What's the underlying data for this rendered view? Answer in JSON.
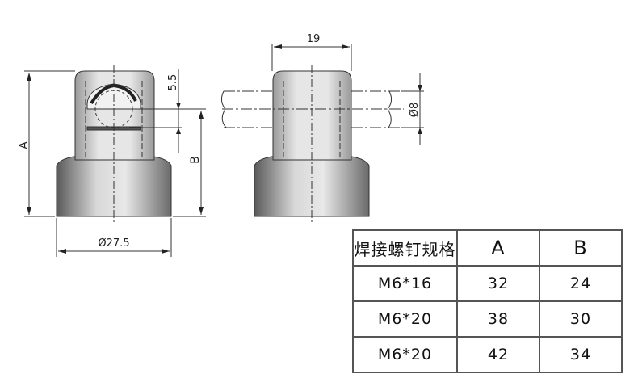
{
  "drawing": {
    "front_view": {
      "height_label": "A",
      "top_offset_label": "5.5",
      "base_height_label": "B",
      "diameter_label": "Ø27.5"
    },
    "side_view": {
      "width_label": "19",
      "rod_diameter_label": "Ø8"
    }
  },
  "table": {
    "headers": [
      "焊接螺钉规格",
      "A",
      "B"
    ],
    "rows": [
      [
        "M6*16",
        "32",
        "24"
      ],
      [
        "M6*20",
        "38",
        "30"
      ],
      [
        "M6*20",
        "42",
        "34"
      ]
    ]
  }
}
